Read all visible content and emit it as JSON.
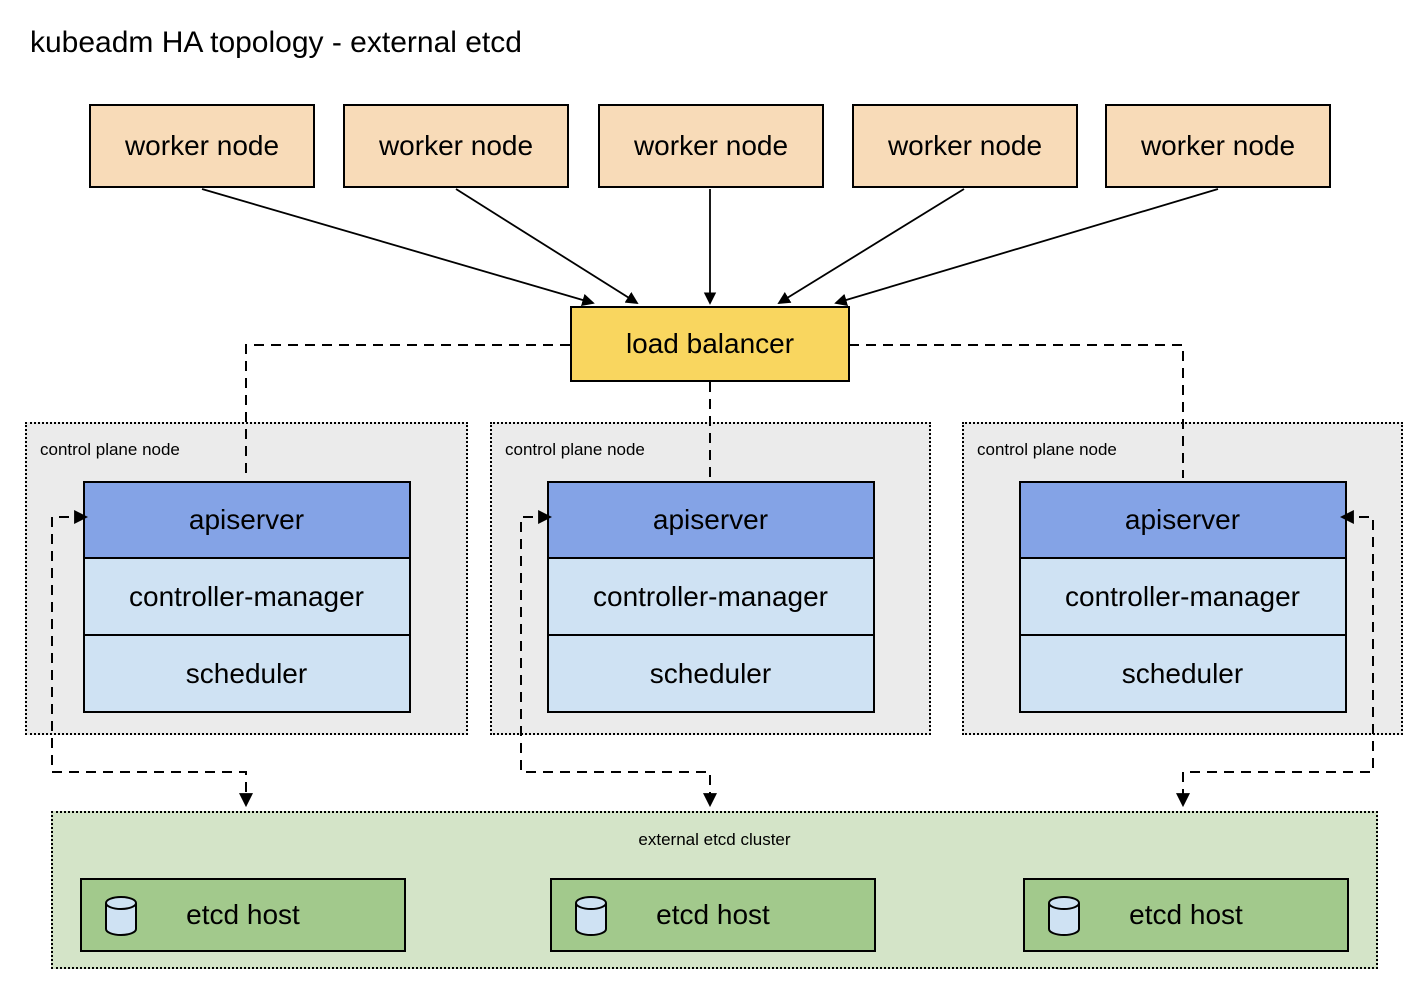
{
  "title": "kubeadm HA topology - external etcd",
  "colors": {
    "worker_fill": "#f8dbb8",
    "load_balancer_fill": "#f9d65f",
    "control_plane_bg": "#ebebeb",
    "apiserver_fill": "#84a3e6",
    "component_fill": "#cfe2f3",
    "etcd_cluster_bg": "#d4e4c8",
    "etcd_host_fill": "#a2c98c",
    "cylinder_fill": "#cfe2f3",
    "line_color": "#000000"
  },
  "workers": [
    {
      "label": "worker node"
    },
    {
      "label": "worker node"
    },
    {
      "label": "worker node"
    },
    {
      "label": "worker node"
    },
    {
      "label": "worker node"
    }
  ],
  "load_balancer": {
    "label": "load balancer"
  },
  "control_planes": [
    {
      "label": "control plane node",
      "components": [
        {
          "label": "apiserver"
        },
        {
          "label": "controller-manager"
        },
        {
          "label": "scheduler"
        }
      ]
    },
    {
      "label": "control plane node",
      "components": [
        {
          "label": "apiserver"
        },
        {
          "label": "controller-manager"
        },
        {
          "label": "scheduler"
        }
      ]
    },
    {
      "label": "control plane node",
      "components": [
        {
          "label": "apiserver"
        },
        {
          "label": "controller-manager"
        },
        {
          "label": "scheduler"
        }
      ]
    }
  ],
  "etcd_cluster": {
    "label": "external etcd cluster",
    "hosts": [
      {
        "label": "etcd host"
      },
      {
        "label": "etcd host"
      },
      {
        "label": "etcd host"
      }
    ]
  }
}
